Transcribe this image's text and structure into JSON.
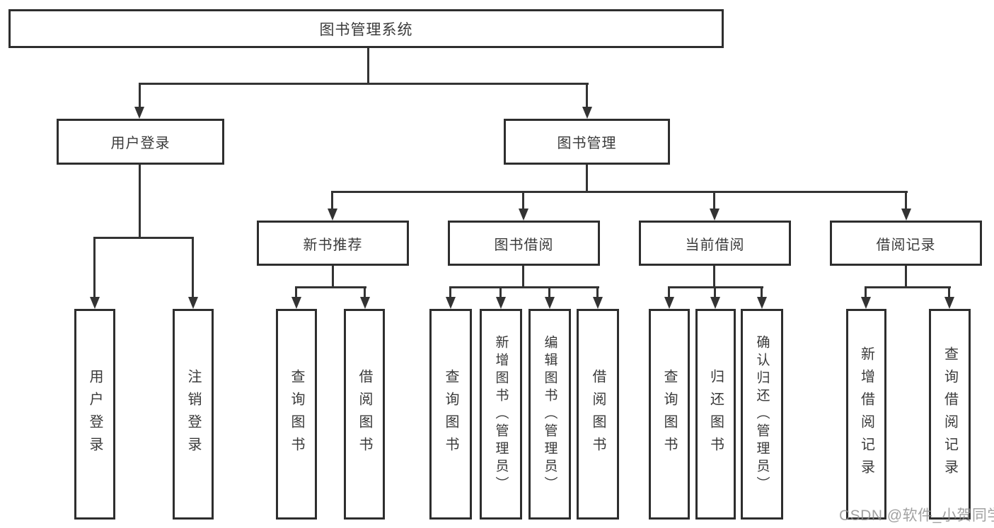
{
  "nodes": {
    "root": {
      "label": "图书管理系统"
    },
    "login": {
      "label": "用户登录",
      "children": [
        {
          "label": "用户登录"
        },
        {
          "label": "注销登录"
        }
      ]
    },
    "mgmt": {
      "label": "图书管理",
      "groups": [
        {
          "label": "新书推荐",
          "children": [
            {
              "label": "查询图书"
            },
            {
              "label": "借阅图书"
            }
          ]
        },
        {
          "label": "图书借阅",
          "children": [
            {
              "label": "查询图书"
            },
            {
              "label": "新增图书（管理员）"
            },
            {
              "label": "编辑图书（管理员）"
            },
            {
              "label": "借阅图书"
            }
          ]
        },
        {
          "label": "当前借阅",
          "children": [
            {
              "label": "查询图书"
            },
            {
              "label": "归还图书"
            },
            {
              "label": "确认归还（管理员）"
            }
          ]
        },
        {
          "label": "借阅记录",
          "children": [
            {
              "label": "新增借阅记录"
            },
            {
              "label": "查询借阅记录"
            }
          ]
        }
      ]
    }
  },
  "watermark": "CSDN @软件_小贺同学",
  "colors": {
    "line": "#333333",
    "border": "#2e2e2e",
    "text": "#3a3a3a",
    "background": "#ffffff",
    "watermark": "#8c8c8c"
  }
}
